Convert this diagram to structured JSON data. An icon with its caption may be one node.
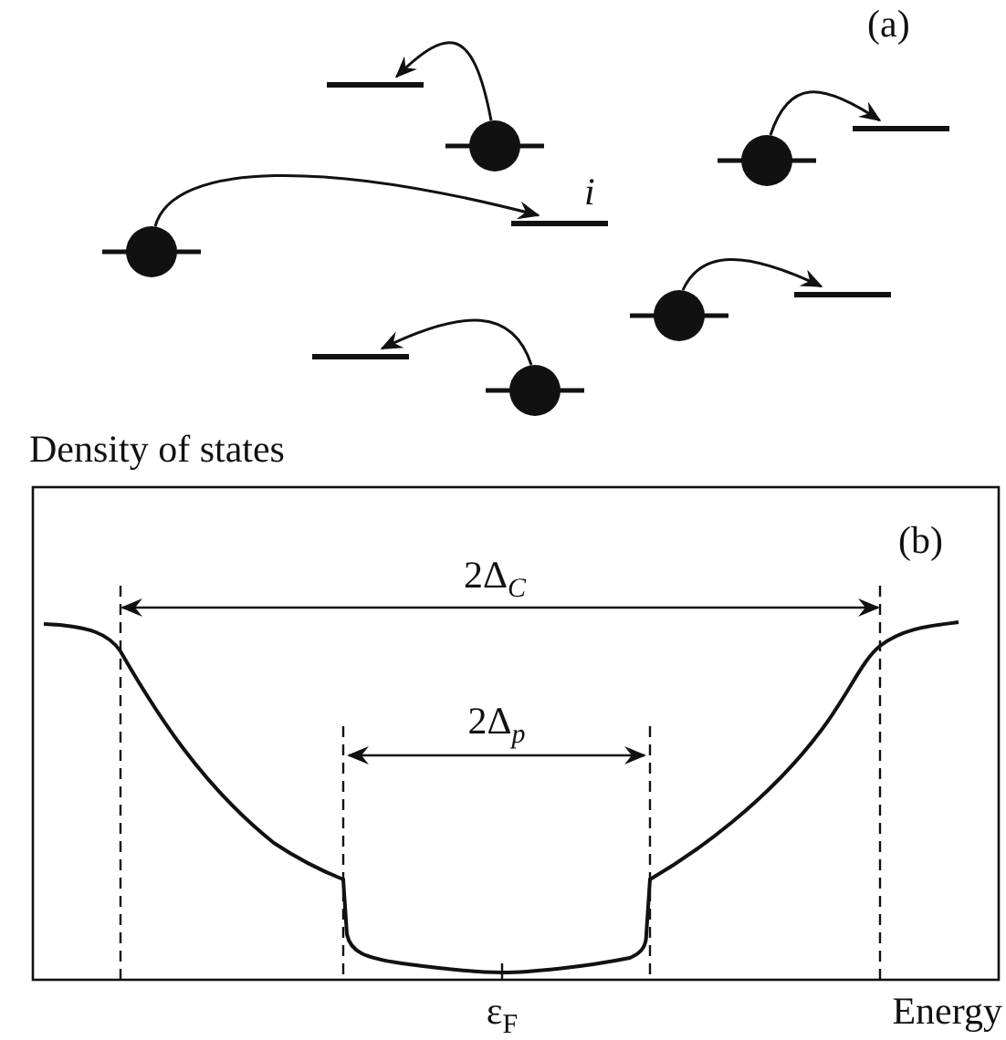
{
  "diagram": {
    "nodes": [
      {
        "text": [],
        "shape": "bar"
      },
      {
        "text": [],
        "shape": "bar"
      },
      {
        "text": [],
        "shape": "circle"
      },
      {
        "text": [],
        "shape": "circle"
      },
      {
        "text": [],
        "shape": "bar",
        "beside": [
          "i"
        ]
      },
      {
        "text": [],
        "shape": "circle"
      },
      {
        "text": [],
        "shape": "bar"
      },
      {
        "text": [],
        "shape": "circle"
      },
      {
        "text": [],
        "shape": "bar"
      },
      {
        "text": [],
        "shape": "circle"
      }
    ],
    "edges": [
      {
        "from": 2,
        "to": 0,
        "arrow": "to"
      },
      {
        "from": 3,
        "to": 1,
        "arrow": "to"
      },
      {
        "from": 5,
        "to": 4,
        "arrow": "to"
      },
      {
        "from": 7,
        "to": 6,
        "arrow": "to"
      },
      {
        "from": 9,
        "to": 8,
        "arrow": "to"
      }
    ],
    "labels": [
      "(a)",
      "Density of states",
      "(b)",
      "2Δ$_{C}$",
      "2Δ$_{p}$",
      "ε$_{F}$",
      "Energy"
    ]
  }
}
